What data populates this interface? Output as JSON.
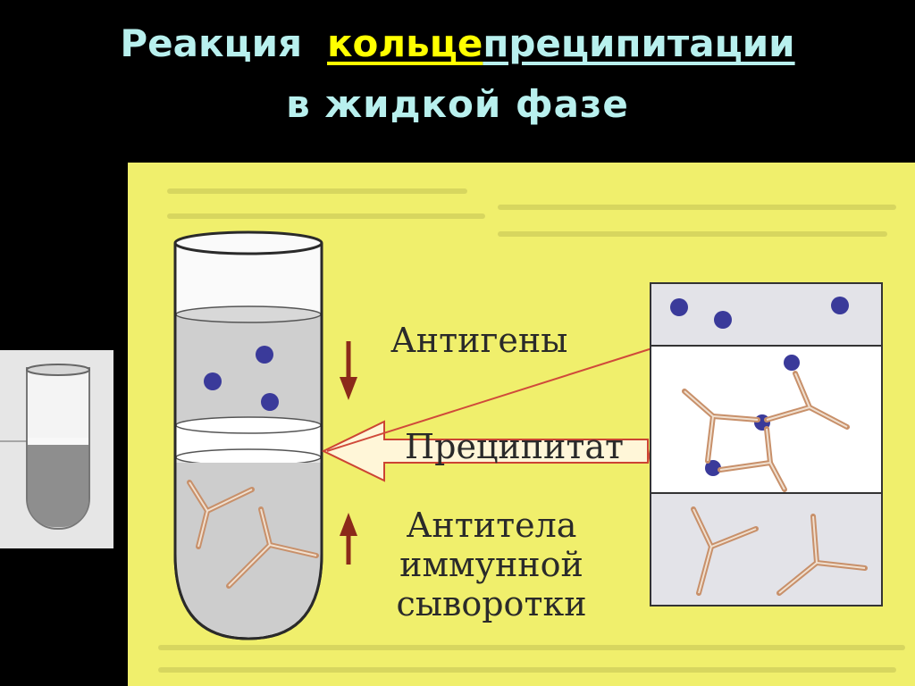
{
  "title": {
    "part1": "Реакция",
    "part2": "кольце",
    "part3": "преципитации",
    "line2": "в жидкой фазе"
  },
  "labels": {
    "antigens": "Антигены",
    "precipitate": "Преципитат",
    "antibodies_line1": "Антитела",
    "antibodies_line2": "иммунной",
    "antibodies_line3": "сыворотки"
  },
  "colors": {
    "background": "#000000",
    "title": "#b8f0ee",
    "highlight": "#ffff00",
    "panel": "#f0ef6c",
    "antigen_dot": "#3a3a9a",
    "antibody": "#c8906a",
    "arrow": "#8b2a1a"
  }
}
